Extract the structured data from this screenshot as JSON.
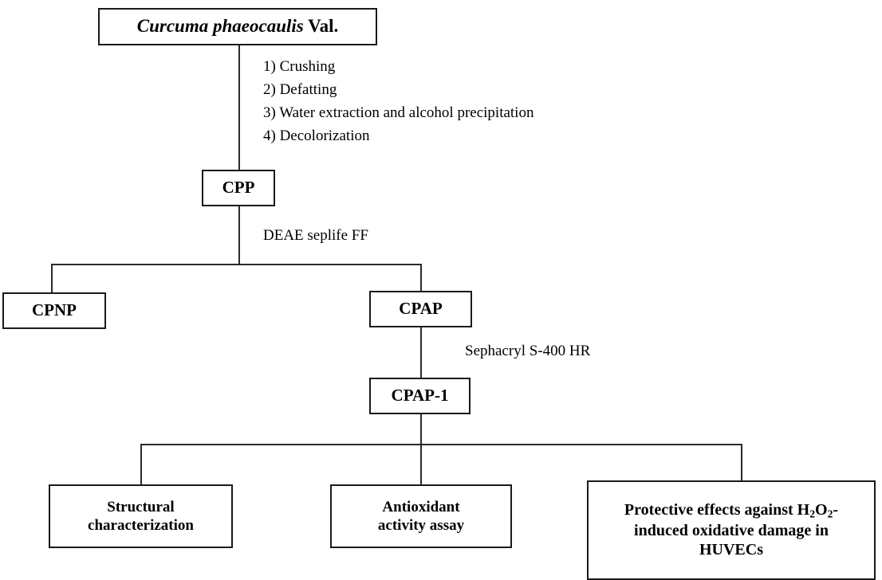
{
  "diagram": {
    "title_node": {
      "species": "Curcuma phaeocaulis",
      "authority": "Val."
    },
    "process_steps": [
      "1) Crushing",
      "2) Defatting",
      "3) Water extraction and alcohol precipitation",
      "4) Decolorization"
    ],
    "crude_polysaccharide": "CPP",
    "separation_label": "DEAE seplife FF",
    "fractions": {
      "neutral": "CPNP",
      "acidic": "CPAP"
    },
    "purification_label": "Sephacryl S-400 HR",
    "purified_fraction": "CPAP-1",
    "outcomes": [
      {
        "line1": "Structural",
        "line2": "characterization"
      },
      {
        "line1": "Antioxidant",
        "line2": "activity assay"
      }
    ],
    "outcome_protective": {
      "line1_a": "Protective effects against H",
      "line1_sub1": "2",
      "line1_b": "O",
      "line1_sub2": "2",
      "line1_c": "-",
      "line2": "induced oxidative damage in",
      "line3": "HUVECs"
    },
    "colors": {
      "stroke": "#1a1a1a",
      "connector": "#2a2a2a",
      "background": "#ffffff",
      "text": "#000000"
    }
  }
}
